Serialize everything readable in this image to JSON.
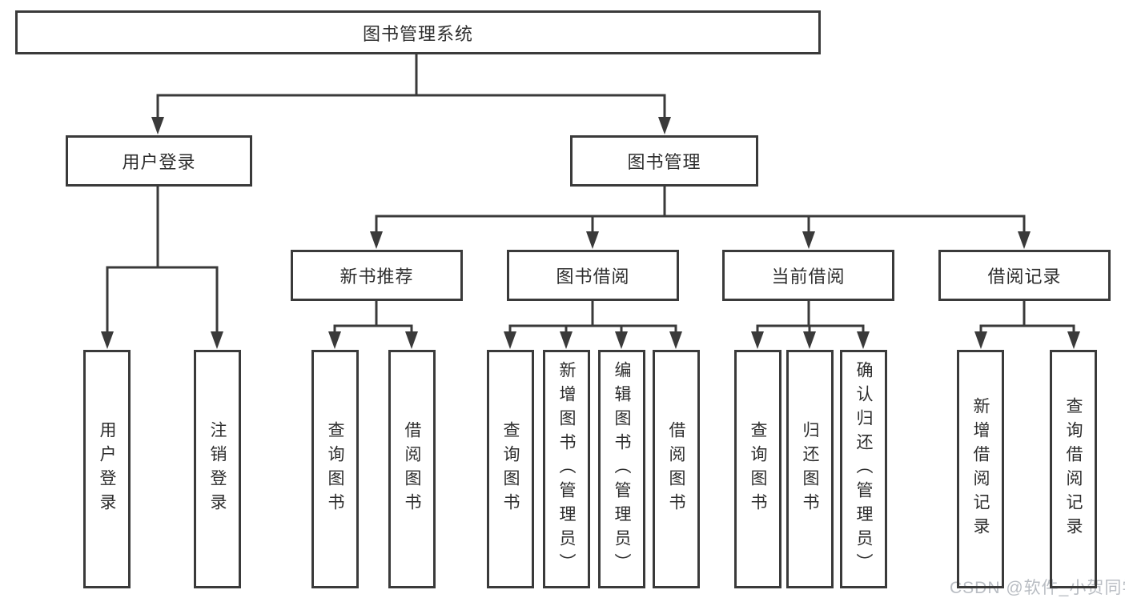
{
  "tree": {
    "label": "图书管理系统",
    "children": [
      {
        "label": "用户登录",
        "children": [
          {
            "label": "用户登录"
          },
          {
            "label": "注销登录"
          }
        ]
      },
      {
        "label": "图书管理",
        "children": [
          {
            "label": "新书推荐",
            "children": [
              {
                "label": "查询图书"
              },
              {
                "label": "借阅图书"
              }
            ]
          },
          {
            "label": "图书借阅",
            "children": [
              {
                "label": "查询图书"
              },
              {
                "label": "新增图书（管理员）"
              },
              {
                "label": "编辑图书（管理员）"
              },
              {
                "label": "借阅图书"
              }
            ]
          },
          {
            "label": "当前借阅",
            "children": [
              {
                "label": "查询图书"
              },
              {
                "label": "归还图书"
              },
              {
                "label": "确认归还（管理员）"
              }
            ]
          },
          {
            "label": "借阅记录",
            "children": [
              {
                "label": "新增借阅记录"
              },
              {
                "label": "查询借阅记录"
              }
            ]
          }
        ]
      }
    ]
  },
  "watermark": {
    "text": "CSDN @软件_小贺同学"
  },
  "colors": {
    "line": "#3a3a3a",
    "text": "#2e2e2e",
    "background": "#ffffff",
    "watermark": "#b9bdc3"
  }
}
